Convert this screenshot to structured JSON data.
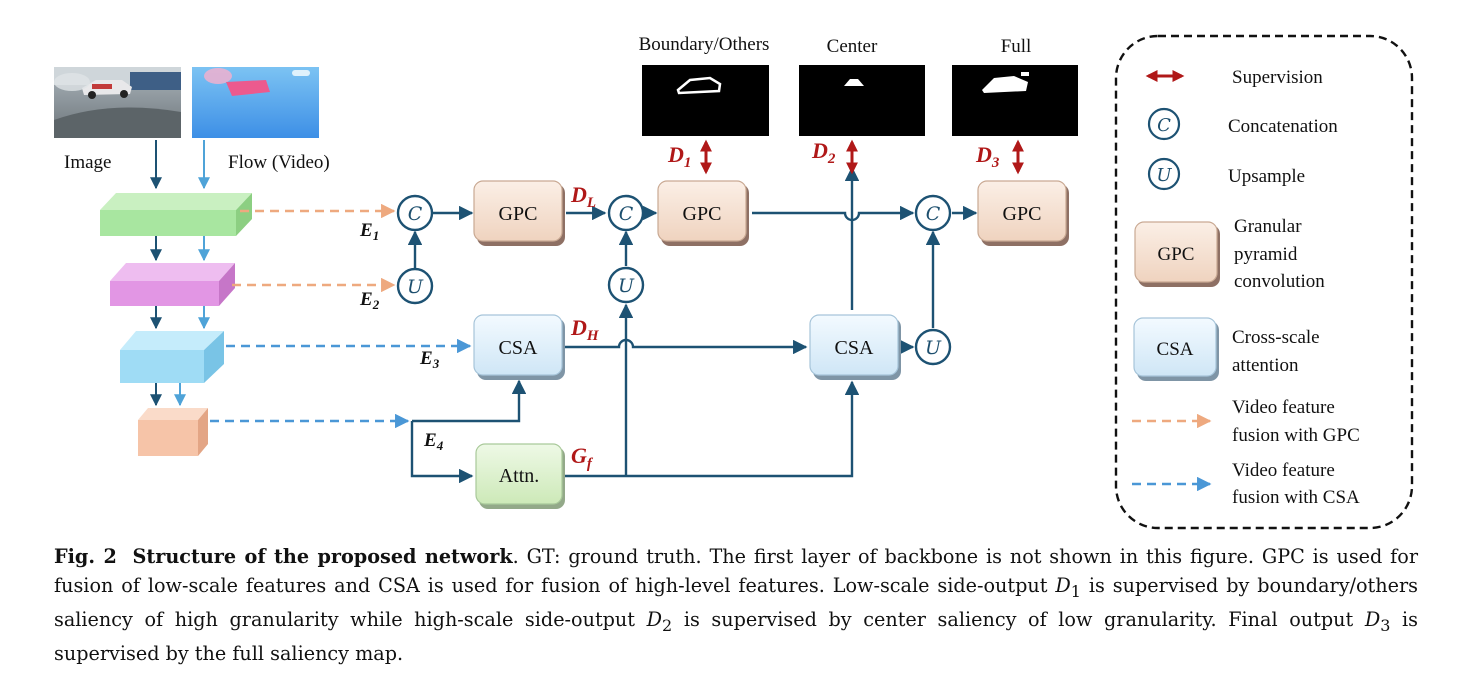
{
  "inputs": {
    "image_label": "Image",
    "flow_label": "Flow (Video)"
  },
  "modules": {
    "gpc": "GPC",
    "csa": "CSA",
    "attn": "Attn.",
    "concat": "C",
    "upsample": "U"
  },
  "encoder": {
    "e1": "E",
    "e1_sub": "1",
    "e2": "E",
    "e2_sub": "2",
    "e3": "E",
    "e3_sub": "3",
    "e4": "E",
    "e4_sub": "4"
  },
  "outputs": {
    "dl": "D",
    "dl_sub": "L",
    "dh": "D",
    "dh_sub": "H",
    "gf": "G",
    "gf_sub": "f",
    "d1": "D",
    "d1_sub": "1",
    "d2": "D",
    "d2_sub": "2",
    "d3": "D",
    "d3_sub": "3"
  },
  "gt_maps": {
    "boundary_label": "Boundary/Others",
    "center_label": "Center",
    "full_label": "Full"
  },
  "legend": {
    "supervision": "Supervision",
    "concatenation": "Concatenation",
    "upsample": "Upsample",
    "gpc_line1": "Granular",
    "gpc_line2": "pyramid",
    "gpc_line3": "convolution",
    "csa_line1": "Cross-scale",
    "csa_line2": "attention",
    "vf_gpc_line1": "Video feature",
    "vf_gpc_line2": "fusion with GPC",
    "vf_csa_line1": "Video feature",
    "vf_csa_line2": "fusion with CSA"
  },
  "caption": {
    "fig_label": "Fig. 2",
    "title": "Structure of the proposed network",
    "t1": ". GT: ground truth. The first layer of backbone is not shown in this figure. GPC is used for fusion of low-scale features and CSA is used for fusion of high-level features. Low-scale side-output ",
    "d1": "D",
    "d1_sub": "1",
    "t2": " is supervised by boundary/others saliency of high granularity while high-scale side-output ",
    "d2": "D",
    "d2_sub": "2",
    "t3": " is supervised by center saliency of low granularity. Final output ",
    "d3": "D",
    "d3_sub": "3",
    "t4": " is supervised by the full saliency map."
  },
  "colors": {
    "line": "#1d5273",
    "line_light": "#4fa3d8",
    "gpc_fill": "#f7e3d5",
    "csa_fill": "#e3f2fc",
    "attn_fill": "#dff3cf",
    "supervision": "#b01818",
    "dash_gpc": "#eea97f",
    "dash_csa": "#4a97d6",
    "layer1": "#a8e6a0",
    "layer2": "#e296e4",
    "layer3": "#9fdcf5",
    "layer4": "#f6c4a8"
  }
}
